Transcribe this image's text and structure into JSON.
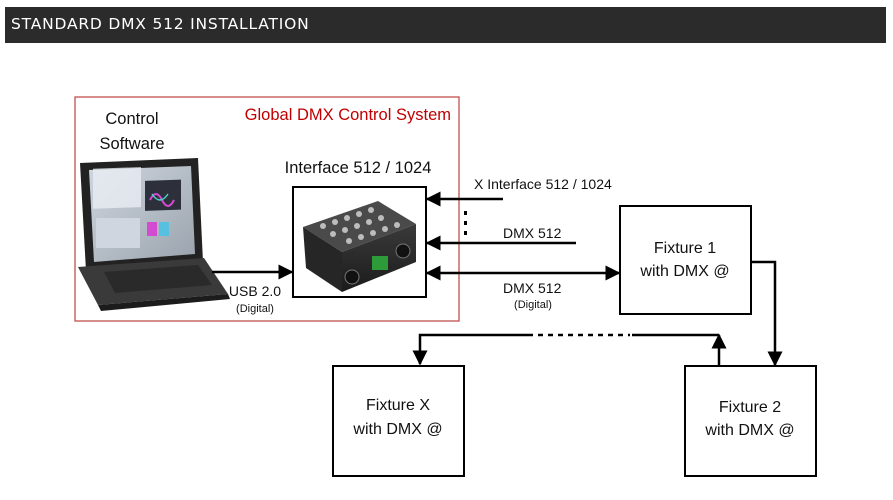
{
  "header": {
    "title": "STANDARD DMX 512 INSTALLATION"
  },
  "diagram": {
    "system_label": "Global DMX Control System",
    "control_software": [
      "Control",
      "Software"
    ],
    "interface_label": "Interface 512 / 1024",
    "usb_label": "USB 2.0",
    "usb_sub": "(Digital)",
    "x_interface_label": "X Interface 512 / 1024",
    "dmx_label_1": "DMX 512",
    "dmx_label_2": "DMX 512",
    "dmx_sub": "(Digital)",
    "fixture1": [
      "Fixture 1",
      "with DMX @"
    ],
    "fixture2": [
      "Fixture 2",
      "with DMX @"
    ],
    "fixturex": [
      "Fixture X",
      "with DMX @"
    ],
    "colors": {
      "header_bg": "#2b2b2b",
      "system_border": "#c0504d",
      "system_label": "#c00000"
    }
  }
}
